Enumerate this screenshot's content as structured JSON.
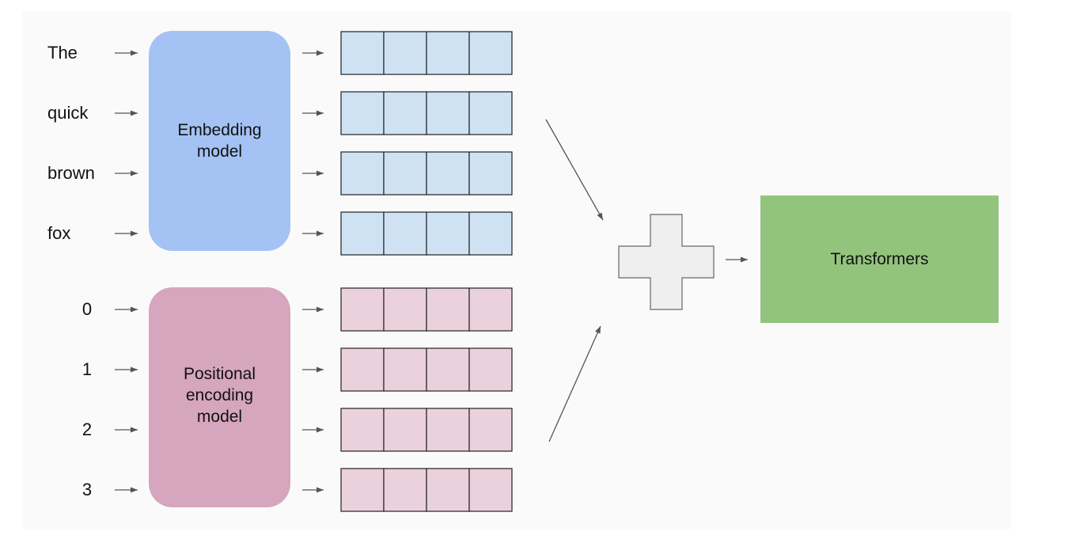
{
  "tokens": [
    "The",
    "quick",
    "brown",
    "fox"
  ],
  "positions": [
    "0",
    "1",
    "2",
    "3"
  ],
  "embedding_model": {
    "label": "Embedding\nmodel",
    "color": "#a4c2f4"
  },
  "positional_model": {
    "label": "Positional\nencoding\nmodel",
    "color": "#d5a6bd"
  },
  "embedding_vector_color": "#cfe2f3",
  "positional_vector_color": "#ead1dc",
  "vector_size": 4,
  "combine_icon": "plus-icon",
  "combine_color": "#efefef",
  "transformers": {
    "label": "Transformers",
    "color": "#93c47d"
  },
  "arrow_color": "#555555"
}
